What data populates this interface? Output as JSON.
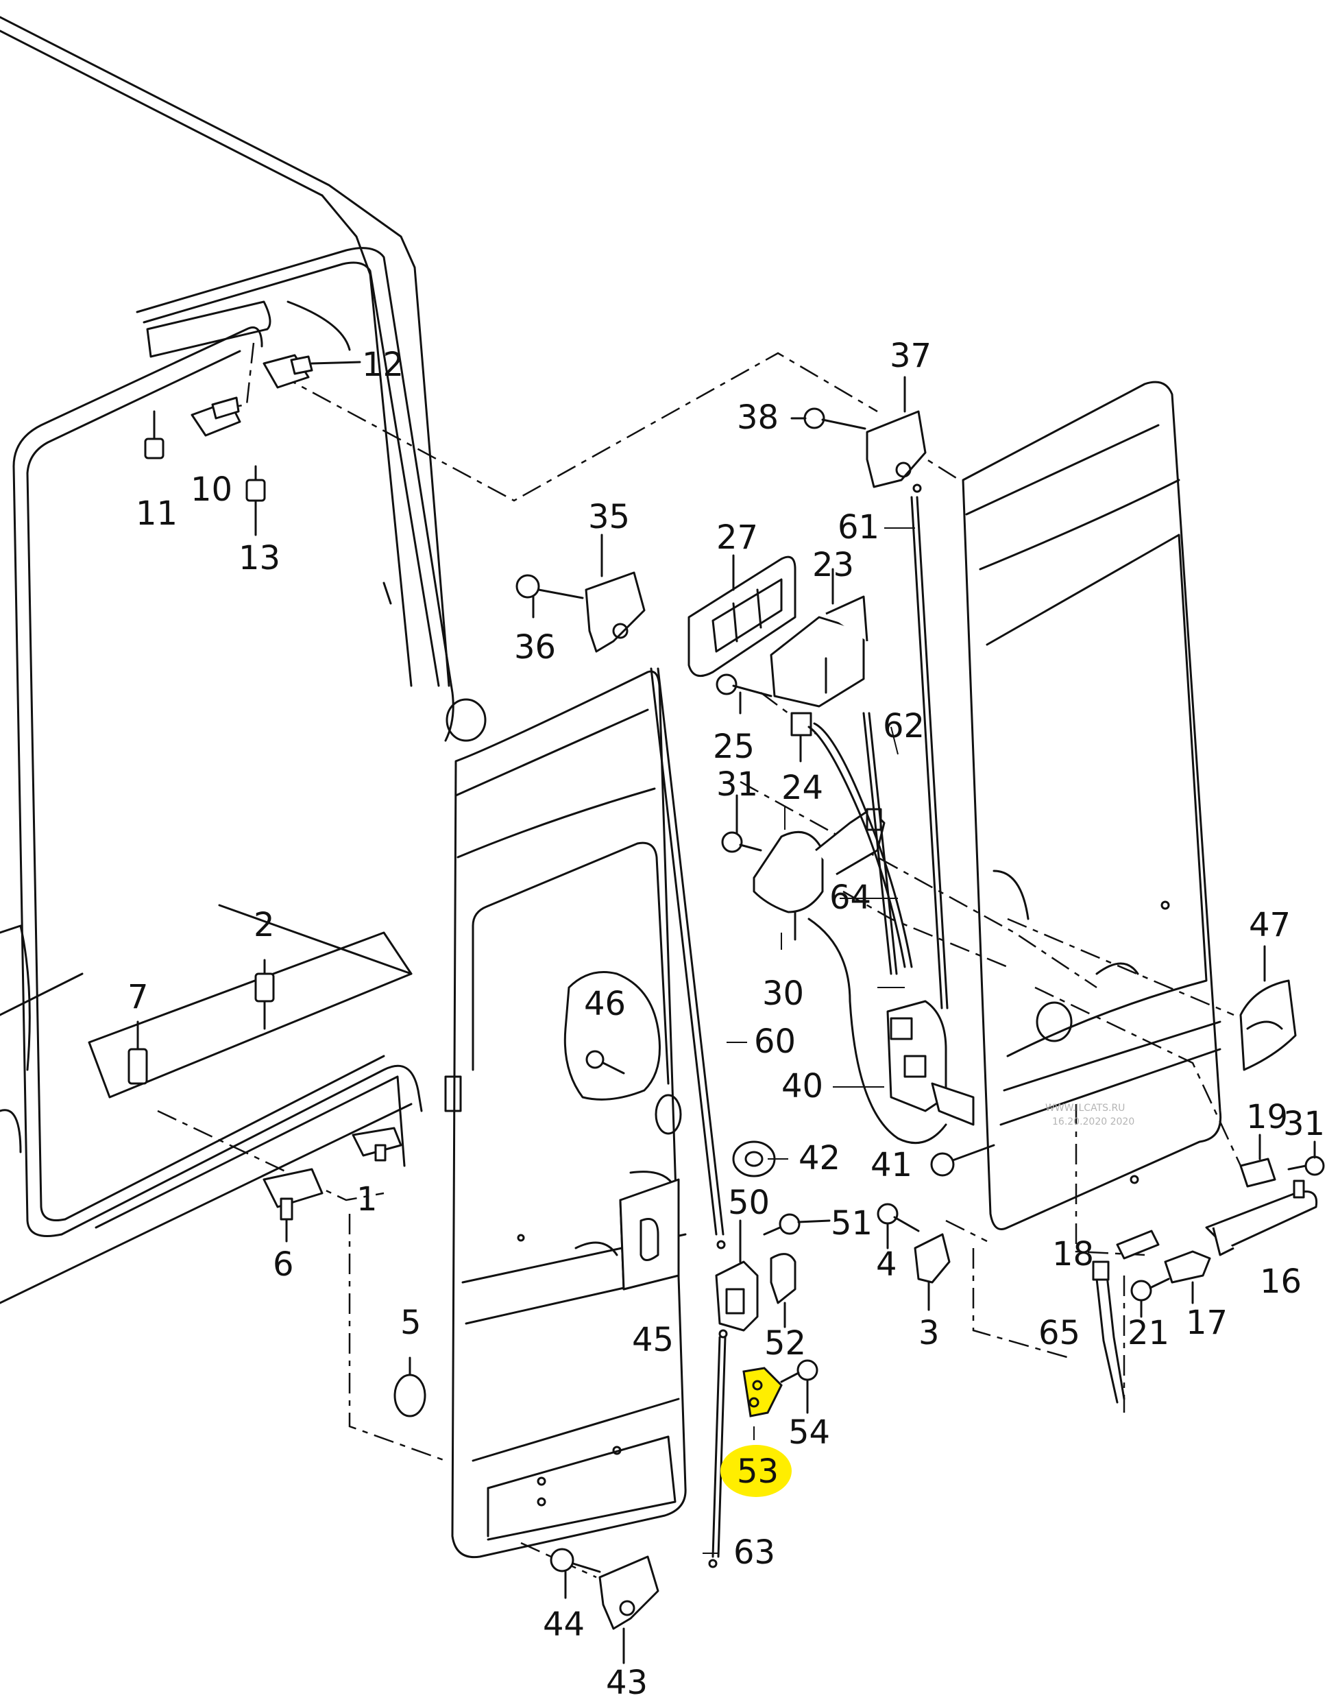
{
  "labels": [
    {
      "id": "p1",
      "text": "1"
    },
    {
      "id": "p2",
      "text": "2"
    },
    {
      "id": "p3",
      "text": "3"
    },
    {
      "id": "p4",
      "text": "4"
    },
    {
      "id": "p5",
      "text": "5"
    },
    {
      "id": "p6",
      "text": "6"
    },
    {
      "id": "p7",
      "text": "7"
    },
    {
      "id": "p10",
      "text": "10"
    },
    {
      "id": "p11",
      "text": "11"
    },
    {
      "id": "p12",
      "text": "12"
    },
    {
      "id": "p13",
      "text": "13"
    },
    {
      "id": "p16",
      "text": "16"
    },
    {
      "id": "p17",
      "text": "17"
    },
    {
      "id": "p18",
      "text": "18"
    },
    {
      "id": "p19",
      "text": "19"
    },
    {
      "id": "p21",
      "text": "21"
    },
    {
      "id": "p23",
      "text": "23"
    },
    {
      "id": "p24",
      "text": "24"
    },
    {
      "id": "p25",
      "text": "25"
    },
    {
      "id": "p27",
      "text": "27"
    },
    {
      "id": "p30",
      "text": "30"
    },
    {
      "id": "p31a",
      "text": "31"
    },
    {
      "id": "p31b",
      "text": "31"
    },
    {
      "id": "p35",
      "text": "35"
    },
    {
      "id": "p36",
      "text": "36"
    },
    {
      "id": "p37",
      "text": "37"
    },
    {
      "id": "p38",
      "text": "38"
    },
    {
      "id": "p40",
      "text": "40"
    },
    {
      "id": "p41",
      "text": "41"
    },
    {
      "id": "p42",
      "text": "42"
    },
    {
      "id": "p43",
      "text": "43"
    },
    {
      "id": "p44",
      "text": "44"
    },
    {
      "id": "p45",
      "text": "45"
    },
    {
      "id": "p46",
      "text": "46"
    },
    {
      "id": "p47",
      "text": "47"
    },
    {
      "id": "p50",
      "text": "50"
    },
    {
      "id": "p51",
      "text": "51"
    },
    {
      "id": "p52",
      "text": "52"
    },
    {
      "id": "p53",
      "text": "53"
    },
    {
      "id": "p54",
      "text": "54"
    },
    {
      "id": "p60",
      "text": "60"
    },
    {
      "id": "p61",
      "text": "61"
    },
    {
      "id": "p62",
      "text": "62"
    },
    {
      "id": "p63",
      "text": "63"
    },
    {
      "id": "p64",
      "text": "64"
    },
    {
      "id": "p65",
      "text": "65"
    }
  ],
  "highlight": {
    "part": "53",
    "color": "#ffee00"
  },
  "watermark": {
    "line1": "WWW.ILCATS.RU",
    "line2": "16.20.2020 2020"
  }
}
